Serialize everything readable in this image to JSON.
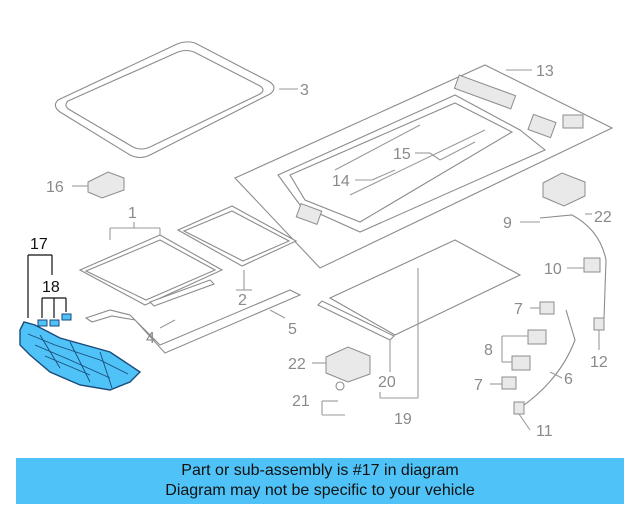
{
  "diagram": {
    "highlight_color": "#4fc3f7",
    "callouts": {
      "c1": "1",
      "c2": "2",
      "c3": "3",
      "c4": "4",
      "c5": "5",
      "c6": "6",
      "c7a": "7",
      "c7b": "7",
      "c8": "8",
      "c9": "9",
      "c10": "10",
      "c11": "11",
      "c12": "12",
      "c13": "13",
      "c14": "14",
      "c15": "15",
      "c16": "16",
      "c17": "17",
      "c18": "18",
      "c19": "19",
      "c20": "20",
      "c21": "21",
      "c22a": "22",
      "c22b": "22"
    }
  },
  "banner": {
    "color": "#4fc3f7",
    "line1": "Part or sub-assembly is #17 in diagram",
    "line2": "Diagram may not be specific to your vehicle"
  }
}
